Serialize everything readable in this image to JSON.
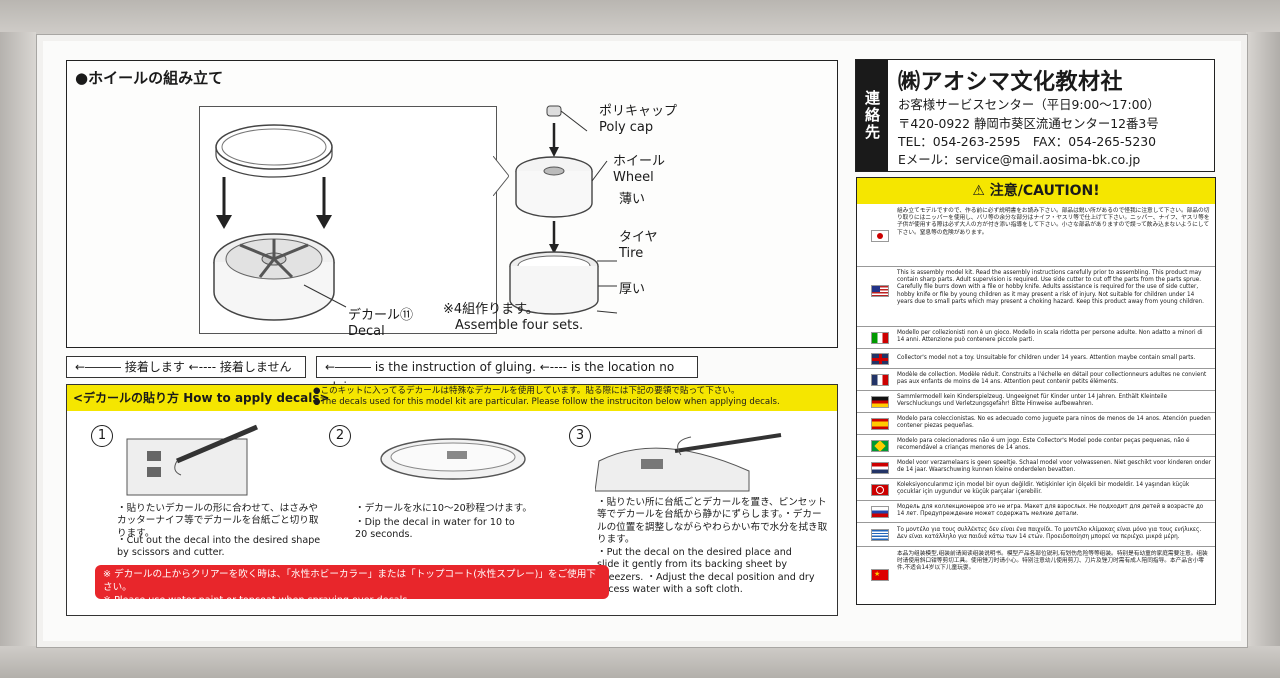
{
  "assembly": {
    "title": "●ホイールの組み立て",
    "labels": {
      "decal_jp": "デカール⑪",
      "decal_en": "Decal",
      "polycap_jp": "ポリキャップ",
      "polycap_en": "Poly cap",
      "wheel_jp": "ホイール",
      "wheel_en": "Wheel",
      "thin": "薄い",
      "tire_jp": "タイヤ",
      "tire_en": "Tire",
      "thick": "厚い",
      "sets_jp": "※4組作ります。",
      "sets_en": "Assemble four sets."
    }
  },
  "glue_legend": {
    "jp": "←――― 接着します ←‐‐‐‐ 接着しません",
    "en": "←――― is the instruction of gluing. ←‐‐‐‐ is the location no gluing."
  },
  "howto": {
    "label": "<デカールの貼り方 How to apply decals>",
    "note_jp": "●このキットに入ってるデカールは特殊なデカールを使用しています。貼る際には下記の要領で貼って下さい。",
    "note_en": "●The decals used for this model kit are particular. Please follow the instruciton below when applying decals.",
    "steps": [
      {
        "num": "1",
        "jp": "・貼りたいデカールの形に合わせて、はさみやカッターナイフ等でデカールを台紙ごと切り取ります。",
        "en": "・Cut out the decal into the desired shape by scissors and cutter."
      },
      {
        "num": "2",
        "jp": "・デカールを水に10〜20秒程つけます。",
        "en": "・Dip the decal in water for 10 to 20 seconds."
      },
      {
        "num": "3",
        "jp": "・貼りたい所に台紙ごとデカールを置き、ピンセット等でデカールを台紙から静かにずらします。・デカールの位置を調整しながらやわらかい布で水分を拭き取ります。",
        "en": "・Put the decal on the desired place and slide it gently from its backing sheet by tweezers. ・Adjust the decal position and dry excess water with a soft cloth."
      }
    ],
    "red_jp": "※ デカールの上からクリアーを吹く時は、「水性ホビーカラー」または「トップコート(水性スプレー)」をご使用下さい。",
    "red_en": "※ Please use water paint or topcoat when spraying over decals."
  },
  "contact": {
    "vertical": "連絡先",
    "company": "㈱アオシマ文化教材社",
    "service": "お客様サービスセンター（平日9:00〜17:00）",
    "address": "〒420-0922 静岡市葵区流通センター12番3号",
    "phone": "TEL：054-263-2595　FAX：054-265-5230",
    "email": "Eメール：service@mail.aosima-bk.co.jp"
  },
  "caution": {
    "title": "⚠ 注意/CAUTION!",
    "rows": [
      {
        "flag": "japan",
        "text": "組み立てモデルですので、作る前に必ず説明書をお読み下さい。部品は鋭い所があるので怪我に注意して下さい。部品の切り取りにはニッパーを使用し、バリ等の余分な部分はナイフ・ヤスリ等で仕上げて下さい。ニッパー、ナイフ、ヤスリ等を子供が使用する際は必ず大人の方が付き添い指導をして下さい。小さな部品がありますので誤って飲み込まないようにして下さい。窒息等の危険があります。"
      },
      {
        "flag": "usa",
        "text": "This is assembly model kit. Read the assembly instructions carefully prior to assembling. This product may contain sharp parts. Adult supervision is required. Use side cutter to cut off the parts from the parts sprue. Carefully file burrs down with a file or hobby knife. Adults assistance is required for the use of side cutter, hobby knife or file by young children as it may present a risk of injury. Not suitable for children under 14 years due to small parts which may present a choking hazard. Keep this product away from young children."
      },
      {
        "flag": "italy",
        "text": "Modello per collezionisti non è un gioco. Modello in scala ridotta per persone adulte. Non adatto a minori di 14 anni. Attenzione può contenere piccole parti."
      },
      {
        "flag": "uk",
        "text": "Collector's model not a toy. Unsuitable for children under 14 years. Attention maybe contain small parts."
      },
      {
        "flag": "france",
        "text": "Modèle de collection. Modèle réduit. Construits a l'échelle en détail pour collectionneurs adultes ne convient pas aux enfants de moins de 14 ans. Attention peut contenir petits éléments."
      },
      {
        "flag": "germany",
        "text": "Sammlermodell kein Kinderspielzeug. Ungeeignet für Kinder unter 14 Jahren. Enthält Kleinteile Verschluckungs und Verletzungsgefahr! Bitte Hinweise aufbewahren."
      },
      {
        "flag": "spain",
        "text": "Modelo para coleccionistas. No es adecuado como juguete para ninos de menos de 14 anos. Atención pueden contener piezas pequeñas."
      },
      {
        "flag": "brazil",
        "text": "Modelo para colecionadores não é um jogo. Este Collector's Model pode conter peças pequenas, não é recomendável a crianças menores de 14 anos."
      },
      {
        "flag": "netherlands",
        "text": "Model voor verzamelaars is geen speeltje. Schaal model voor volwassenen. Niet geschikt voor kinderen onder de 14 jaar. Waarschuwing kunnen kleine onderdelen bevatten."
      },
      {
        "flag": "turkey",
        "text": "Koleksiyoncularımız için model bir oyun değildir. Yetişkinler için ölçekli bir modeldir. 14 yaşından küçük çocuklar için uygundur ve küçük parçalar içerebilir."
      },
      {
        "flag": "russia",
        "text": "Модель для коллекционеров это не игра. Макет для взрослых. Не подходит для детей в возрасте до 14 лет. Предупреждение может содержать мелкие детали."
      },
      {
        "flag": "greece",
        "text": "Το μοντέλο για τους συλλέκτες δεν είναι ένα παιχνίδι. Το μοντέλο κλίμακας είναι μόνο για τους ενήλικες. Δεν είναι κατάλληλο για παιδιά κάτω των 14 ετών. Προειδοποίηση μπορεί να περιέχει μικρά μέρη."
      },
      {
        "flag": "china",
        "text": "本品为组装模型,组装前请阅读组装说明书。模型产品各部位锐利,有划伤危险等等组装。特别是有幼童的家庭需要注意。组装时请使用斜口钳等剪切工具。使用锉刀时请小心。特别注意幼儿使用剪刀、刀片及锉刀时需有成人陪同指导。本产品含小零件,不适合14岁以下儿童玩耍。"
      }
    ]
  },
  "colors": {
    "yellow": "#f5e600",
    "red": "#e8262b",
    "box": "#fbfbfa",
    "ink": "#1a1a1a"
  }
}
